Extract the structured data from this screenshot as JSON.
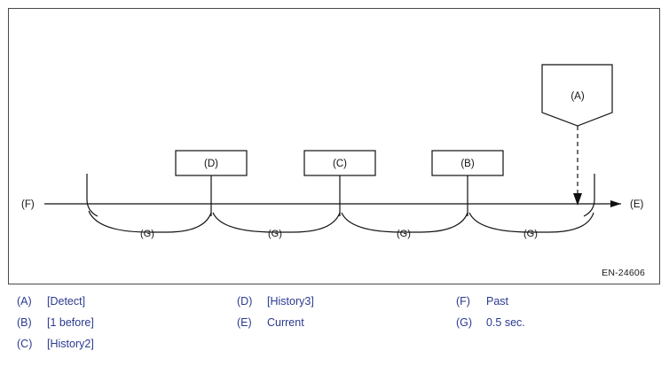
{
  "figure": {
    "id": "EN-24606",
    "axis_left_label": "(F)",
    "axis_right_label": "(E)",
    "boxes": [
      {
        "label": "(D)"
      },
      {
        "label": "(C)"
      },
      {
        "label": "(B)"
      }
    ],
    "pentagon_label": "(A)",
    "interval_labels": [
      "(G)",
      "(G)",
      "(G)",
      "(G)"
    ]
  },
  "legend": {
    "columns": [
      [
        {
          "key": "(A)",
          "value": "[Detect]"
        },
        {
          "key": "(B)",
          "value": "[1 before]"
        },
        {
          "key": "(C)",
          "value": "[History2]"
        }
      ],
      [
        {
          "key": "(D)",
          "value": "[History3]"
        },
        {
          "key": "(E)",
          "value": "Current"
        }
      ],
      [
        {
          "key": "(F)",
          "value": "Past"
        },
        {
          "key": "(G)",
          "value": "0.5 sec."
        }
      ]
    ]
  },
  "colors": {
    "frame": "#4a4a4a",
    "legend_text": "#2b3a8f",
    "diagram_line": "#111111"
  }
}
